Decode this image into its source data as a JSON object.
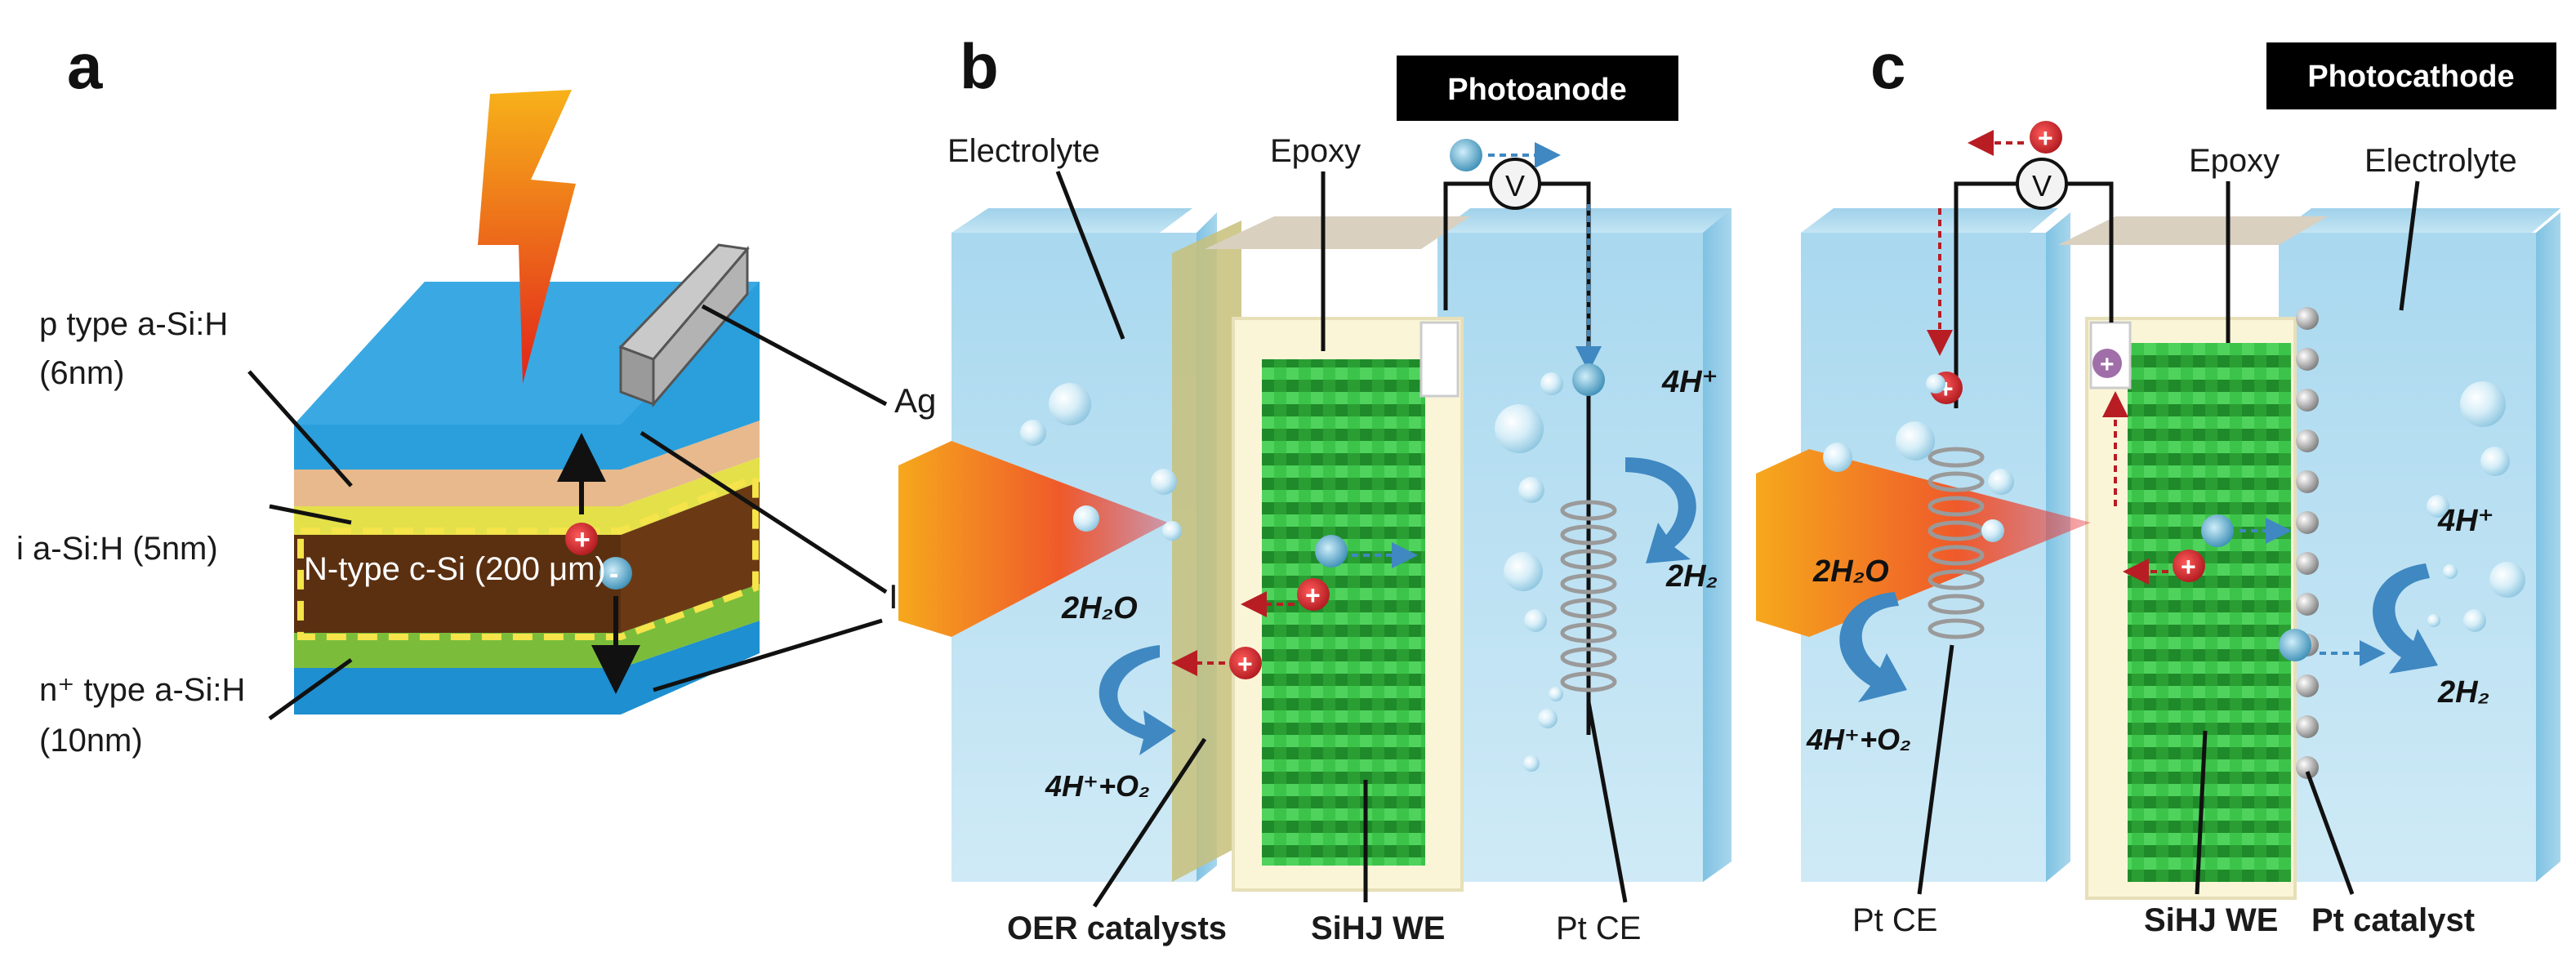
{
  "panels": {
    "a": {
      "letter": "a",
      "layers": {
        "p_type": "p type a-Si:H",
        "p_thickness": "(6nm)",
        "i_layer": "i a-Si:H (5nm)",
        "n_type": "n⁺ type a-Si:H",
        "n_thickness": "(10nm)",
        "wafer": "N-type c-Si (200 μm)",
        "ag": "Ag",
        "ito": "ITO"
      }
    },
    "b": {
      "letter": "b",
      "badge": "Photoanode",
      "electrolyte": "Electrolyte",
      "epoxy": "Epoxy",
      "volt": "V",
      "reaction_left_top": "2H₂O",
      "reaction_left_bottom": "4H⁺+O₂",
      "reaction_right_top": "4H⁺",
      "reaction_right_bottom": "2H₂",
      "oer": "OER catalysts",
      "we": "SiHJ WE",
      "ce": "Pt CE"
    },
    "c": {
      "letter": "c",
      "badge": "Photocathode",
      "epoxy": "Epoxy",
      "electrolyte": "Electrolyte",
      "volt": "V",
      "reaction_left_top": "2H₂O",
      "reaction_left_bottom": "4H⁺+O₂",
      "reaction_right_top": "4H⁺",
      "reaction_right_bottom": "2H₂",
      "ce": "Pt CE",
      "we": "SiHJ WE",
      "catalyst": "Pt catalyst"
    }
  },
  "colors": {
    "electrolyte_blue": "#bfe3f3",
    "wafer_green": "#2fae3a",
    "nsi_brown": "#6b3a14",
    "hole_red": "#d11f26",
    "electron_blue": "#3a9cc4",
    "arrow_blue": "#3f88c2",
    "bolt_orange": "#f5a21b"
  }
}
